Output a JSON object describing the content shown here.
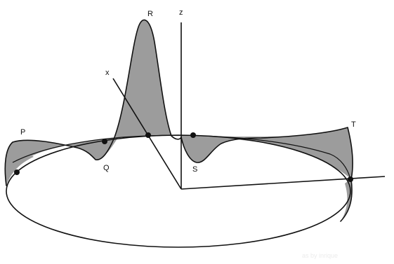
{
  "labels": {
    "axis_z": "z",
    "axis_x": "x",
    "point_p": "P",
    "point_q": "Q",
    "point_r": "R",
    "point_s": "S",
    "point_t": "T"
  },
  "credit": "as by inrique",
  "colors": {
    "surface": "#9c9c9c",
    "line": "#111111",
    "background": "#ffffff"
  }
}
